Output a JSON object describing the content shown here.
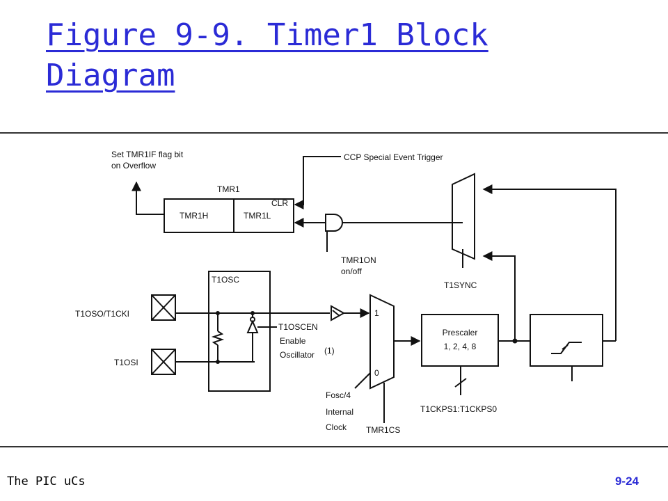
{
  "title": "Figure 9-9. Timer1 Block Diagram",
  "diagram": {
    "set_flag_line1": "Set TMR1IF flag bit",
    "set_flag_line2": "on Overflow",
    "ccp_trigger": "CCP Special Event Trigger",
    "tmr1_group": "TMR1",
    "tmr1h": "TMR1H",
    "tmr1l": "TMR1L",
    "clr": "CLR",
    "tmr1on_line1": "TMR1ON",
    "tmr1on_line2": "on/off",
    "t1sync": "T1SYNC",
    "t1osc": "T1OSC",
    "pin_t1oso": "T1OSO/T1CKI",
    "pin_t1osi": "T1OSI",
    "t1oscen_line1": "T1OSCEN",
    "t1oscen_line2": "Enable",
    "t1oscen_line3": "Oscillator",
    "note_1": "(1)",
    "mux_in1": "1",
    "mux_in0": "0",
    "fosc_line1": "Fosc/4",
    "fosc_line2": "Internal",
    "fosc_line3": "Clock",
    "tmr1cs": "TMR1CS",
    "prescaler_line1": "Prescaler",
    "prescaler_line2": "1, 2, 4, 8",
    "t1ckps": "T1CKPS1:T1CKPS0"
  },
  "footer": {
    "left": "The PIC uCs",
    "right": "9-24"
  }
}
